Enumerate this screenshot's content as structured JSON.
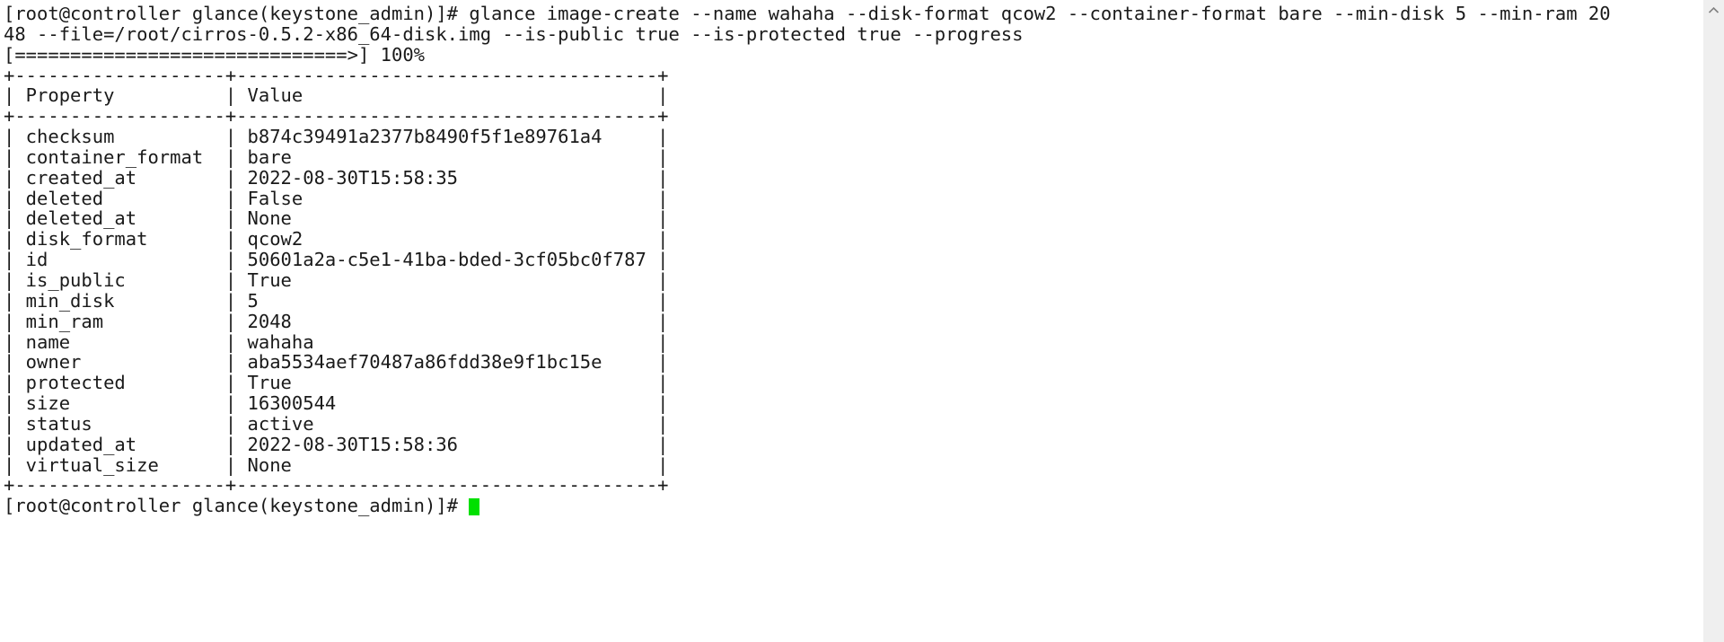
{
  "terminal": {
    "prompt": "[root@controller glance(keystone_admin)]# ",
    "command_line_1": "[root@controller glance(keystone_admin)]# glance image-create --name wahaha --disk-format qcow2 --container-format bare --min-disk 5 --min-ram 20",
    "command_line_2": "48 --file=/root/cirros-0.5.2-x86_64-disk.img --is-public true --is-protected true --progress",
    "progress_line": "[==============================>] 100%",
    "table": {
      "top_border": "+-------------------+--------------------------------------+",
      "header_border": "+-------------------+--------------------------------------+",
      "bottom_border": "+-------------------+--------------------------------------+",
      "headers": [
        "Property",
        "Value"
      ],
      "rows": [
        {
          "property": "checksum",
          "value": "b874c39491a2377b8490f5f1e89761a4"
        },
        {
          "property": "container_format",
          "value": "bare"
        },
        {
          "property": "created_at",
          "value": "2022-08-30T15:58:35"
        },
        {
          "property": "deleted",
          "value": "False"
        },
        {
          "property": "deleted_at",
          "value": "None"
        },
        {
          "property": "disk_format",
          "value": "qcow2"
        },
        {
          "property": "id",
          "value": "50601a2a-c5e1-41ba-bded-3cf05bc0f787"
        },
        {
          "property": "is_public",
          "value": "True"
        },
        {
          "property": "min_disk",
          "value": "5"
        },
        {
          "property": "min_ram",
          "value": "2048"
        },
        {
          "property": "name",
          "value": "wahaha"
        },
        {
          "property": "owner",
          "value": "aba5534aef70487a86fdd38e9f1bc15e"
        },
        {
          "property": "protected",
          "value": "True"
        },
        {
          "property": "size",
          "value": "16300544"
        },
        {
          "property": "status",
          "value": "active"
        },
        {
          "property": "updated_at",
          "value": "2022-08-30T15:58:36"
        },
        {
          "property": "virtual_size",
          "value": "None"
        }
      ]
    },
    "final_prompt": "[root@controller glance(keystone_admin)]# ",
    "cursor_color": "#00e000",
    "text_color": "#1a1a1a",
    "background_color": "#ffffff"
  },
  "scrollbar": {
    "up_arrow_icon": "chevron-up-icon",
    "track_color": "#efefef",
    "arrow_color": "#808080"
  }
}
